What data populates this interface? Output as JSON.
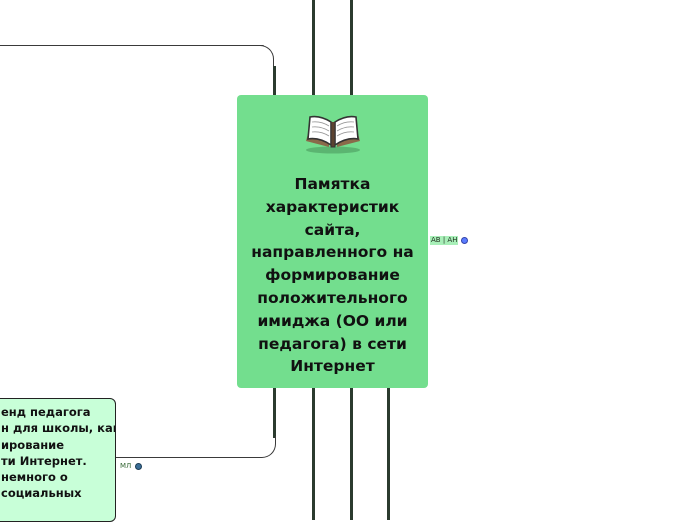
{
  "central_node": {
    "icon": "open-book-icon",
    "title_lines": [
      "Памятка",
      "характеристик",
      "сайта,",
      "направленного на",
      "формирование",
      "положительного",
      "имиджа (ОО или",
      "педагога) в сети",
      "Интернет"
    ]
  },
  "side_node": {
    "text_lines": [
      "енд педагога",
      "н для школы, как",
      "ирование",
      "ти Интернет.",
      "немного о",
      "социальных"
    ]
  },
  "tags": {
    "right": {
      "label": "АВ | АН",
      "dot_color": "#5b7cff"
    },
    "left": {
      "label": "МЛ",
      "dot_color": "#3a6d96"
    }
  },
  "colors": {
    "central_fill": "#73de8e",
    "side_fill": "#c8ffd8",
    "connector": "#2b3b2f"
  }
}
